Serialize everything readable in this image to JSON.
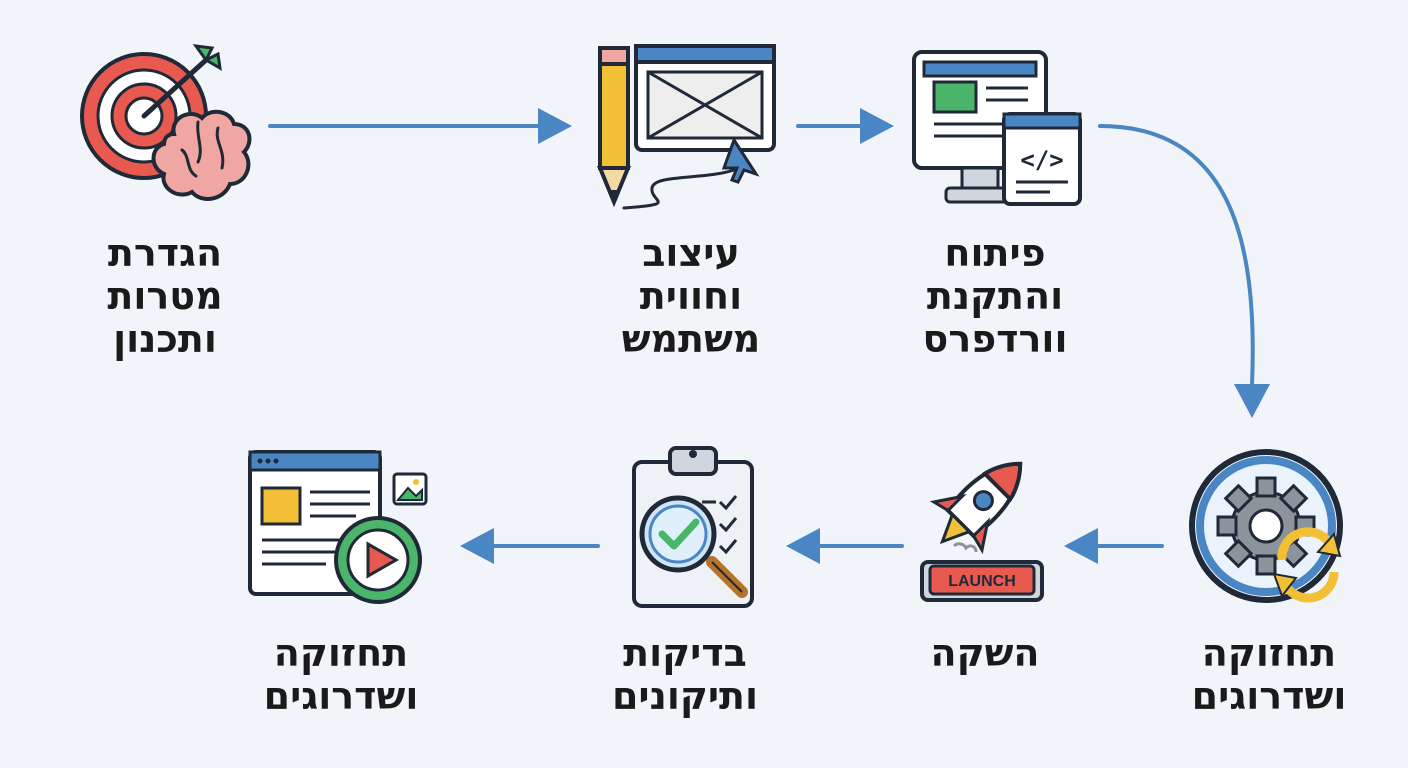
{
  "colors": {
    "arrow": "#4a86c4",
    "text": "#1a1a1a",
    "background": "#f1f5f9",
    "red": "#e85a50",
    "pink": "#f0a6a2",
    "green": "#4bb56a",
    "yellow": "#f2c037",
    "blue": "#4a86c4"
  },
  "steps": [
    {
      "icon": "target-brain-icon",
      "lines": [
        "הגדרת",
        "מטרות",
        "ותכנון"
      ]
    },
    {
      "icon": "pencil-wireframe-icon",
      "lines": [
        "עיצוב",
        "וחווית",
        "משתמש"
      ]
    },
    {
      "icon": "monitor-code-icon",
      "lines": [
        "פיתוח",
        "והתקנת",
        "וורדפרס"
      ]
    },
    {
      "icon": "gear-refresh-icon",
      "lines": [
        "תחזוקה",
        "ושדרוגים"
      ]
    },
    {
      "icon": "rocket-launch-icon",
      "lines": [
        "השקה"
      ],
      "badge": "LAUNCH"
    },
    {
      "icon": "clipboard-magnifier-icon",
      "lines": [
        "בדיקות",
        "ותיקונים"
      ]
    },
    {
      "icon": "web-content-play-icon",
      "lines": [
        "תחזוקה",
        "ושדרוגים"
      ]
    }
  ]
}
